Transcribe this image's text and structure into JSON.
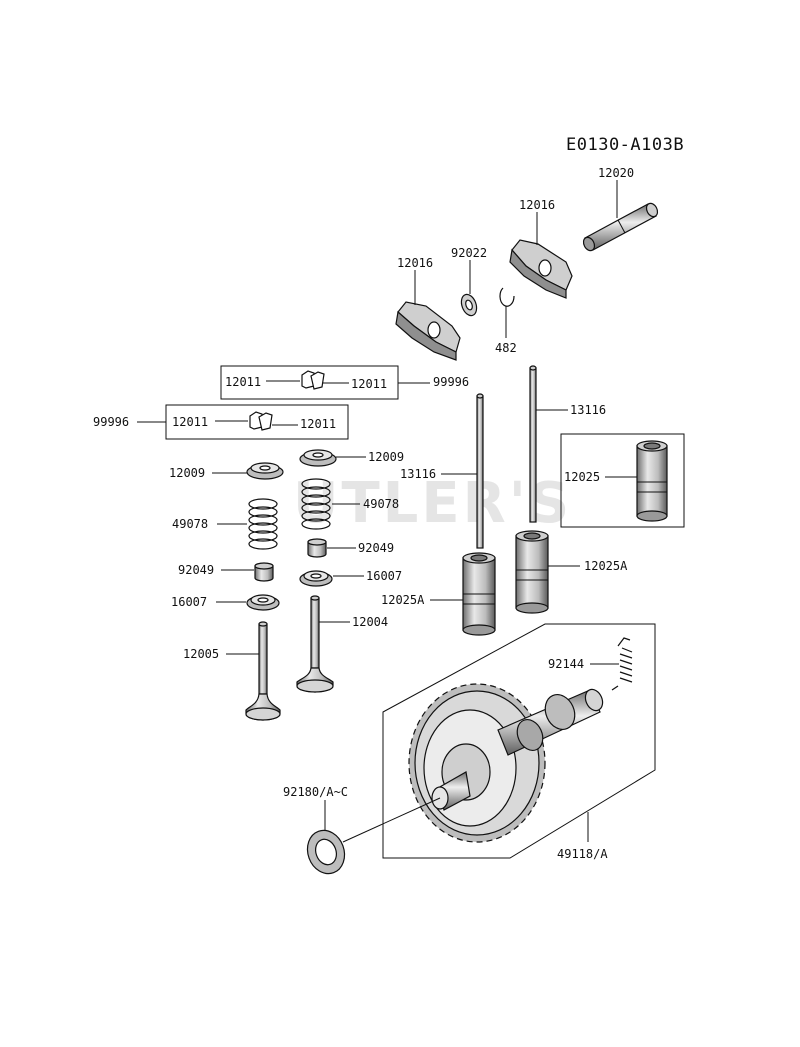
{
  "diagram_code": "E0130-A103B",
  "watermark": "UTLER'S",
  "labels": {
    "rocker_shaft": "12020",
    "rocker_arm_right": "12016",
    "rocker_arm_left": "12016",
    "washer": "92022",
    "circlip": "482",
    "kit_top": "99996",
    "kit_top_key_left": "12011",
    "kit_top_key_right": "12011",
    "kit_bottom": "99996",
    "kit_bottom_key_left": "12011",
    "kit_bottom_key_right": "12011",
    "retainer_left": "12009",
    "retainer_right": "12009",
    "spring_left": "49078",
    "spring_right": "49078",
    "seal_left": "92049",
    "seal_right": "92049",
    "seat_left": "16007",
    "seat_right": "16007",
    "valve_intake": "12004",
    "valve_exhaust": "12005",
    "pushrod_left": "13116",
    "pushrod_right": "13116",
    "tappet_box": "12025",
    "tappet_left": "12025A",
    "tappet_right": "12025A",
    "spring_governor": "92144",
    "camshaft_shim": "92180/A~C",
    "camshaft": "49118/A"
  },
  "colors": {
    "ink": "#111111",
    "part_fill": "#d9d9d9",
    "part_dark": "#8a8a8a",
    "watermark": "#d0d0d0"
  }
}
